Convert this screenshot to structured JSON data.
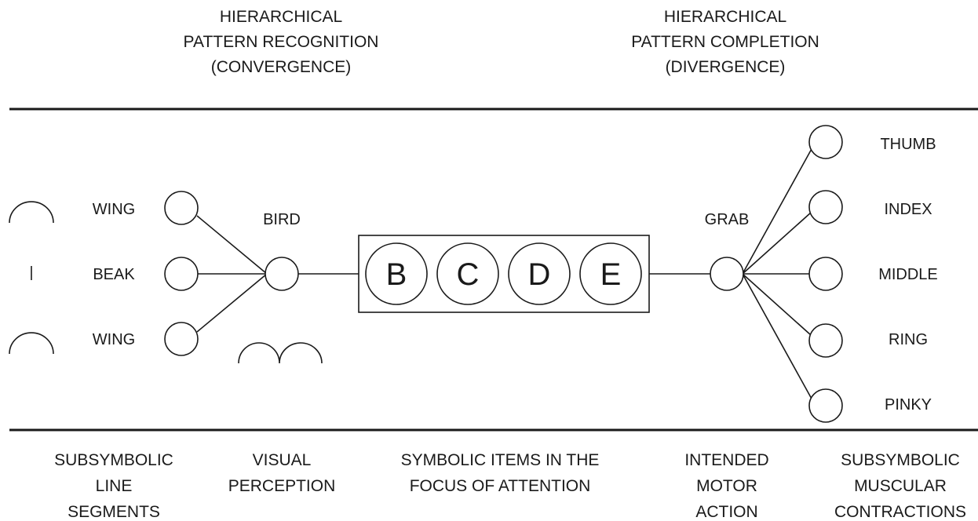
{
  "header": {
    "left": [
      "HIERARCHICAL",
      "PATTERN RECOGNITION",
      "(CONVERGENCE)"
    ],
    "right": [
      "HIERARCHICAL",
      "PATTERN COMPLETION",
      "(DIVERGENCE)"
    ]
  },
  "perception": {
    "segments": [
      "WING",
      "BEAK",
      "WING"
    ],
    "bird_label": "BIRD"
  },
  "focus": {
    "items": [
      "B",
      "C",
      "D",
      "E"
    ]
  },
  "motor": {
    "action_label": "GRAB",
    "fingers": [
      "THUMB",
      "INDEX",
      "MIDDLE",
      "RING",
      "PINKY"
    ]
  },
  "footer": {
    "col1": [
      "SUBSYMBOLIC",
      "LINE",
      "SEGMENTS"
    ],
    "col2": [
      "VISUAL",
      "PERCEPTION"
    ],
    "col3": [
      "SYMBOLIC ITEMS IN THE",
      "FOCUS OF ATTENTION"
    ],
    "col4": [
      "INTENDED",
      "MOTOR",
      "ACTION"
    ],
    "col5": [
      "SUBSYMBOLIC",
      "MUSCULAR",
      "CONTRACTIONS"
    ]
  }
}
